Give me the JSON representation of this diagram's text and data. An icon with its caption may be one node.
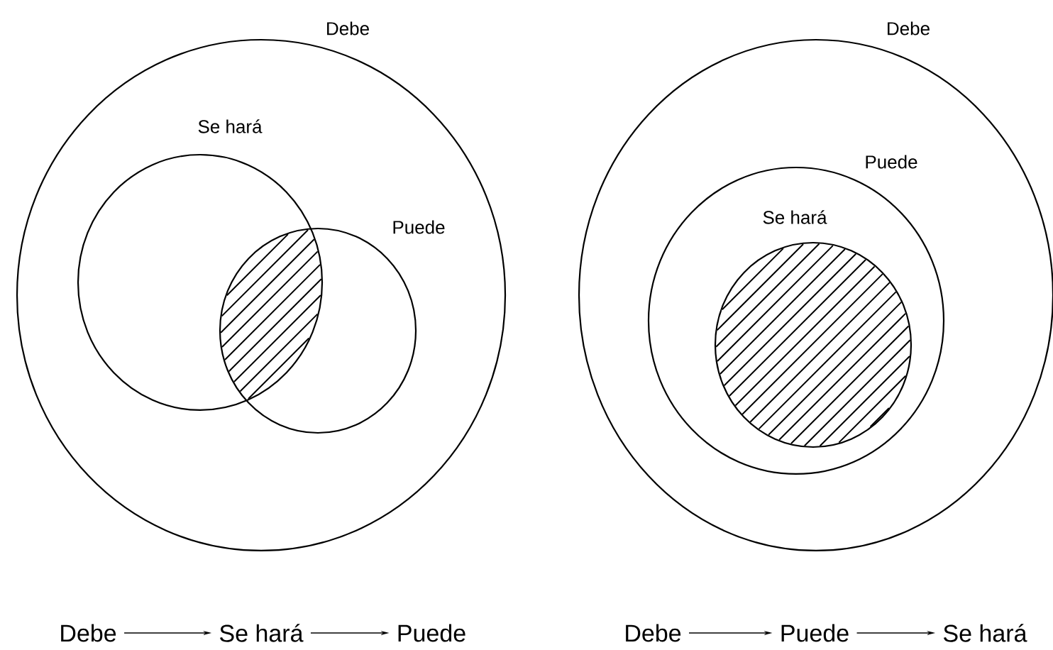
{
  "diagram": {
    "nodes": [
      {
        "text": [
          "Debe"
        ]
      },
      {
        "text": [
          "Se hará"
        ],
        "in": 0
      },
      {
        "text": [
          "Puede"
        ],
        "in": 0
      },
      {
        "text": [
          "Debe"
        ]
      },
      {
        "text": [
          "Puede"
        ],
        "in": 3
      },
      {
        "text": [
          "Se hará"
        ],
        "in": 4
      },
      {
        "text": [
          "Debe"
        ]
      },
      {
        "text": [
          "Se hará"
        ]
      },
      {
        "text": [
          "Puede"
        ]
      },
      {
        "text": [
          "Debe"
        ]
      },
      {
        "text": [
          "Puede"
        ]
      },
      {
        "text": [
          "Se hará"
        ]
      }
    ],
    "edges": [
      {
        "from": 6,
        "to": 7,
        "arrow": "to"
      },
      {
        "from": 7,
        "to": 8,
        "arrow": "to"
      },
      {
        "from": 9,
        "to": 10,
        "arrow": "to"
      },
      {
        "from": 10,
        "to": 11,
        "arrow": "to"
      }
    ]
  }
}
